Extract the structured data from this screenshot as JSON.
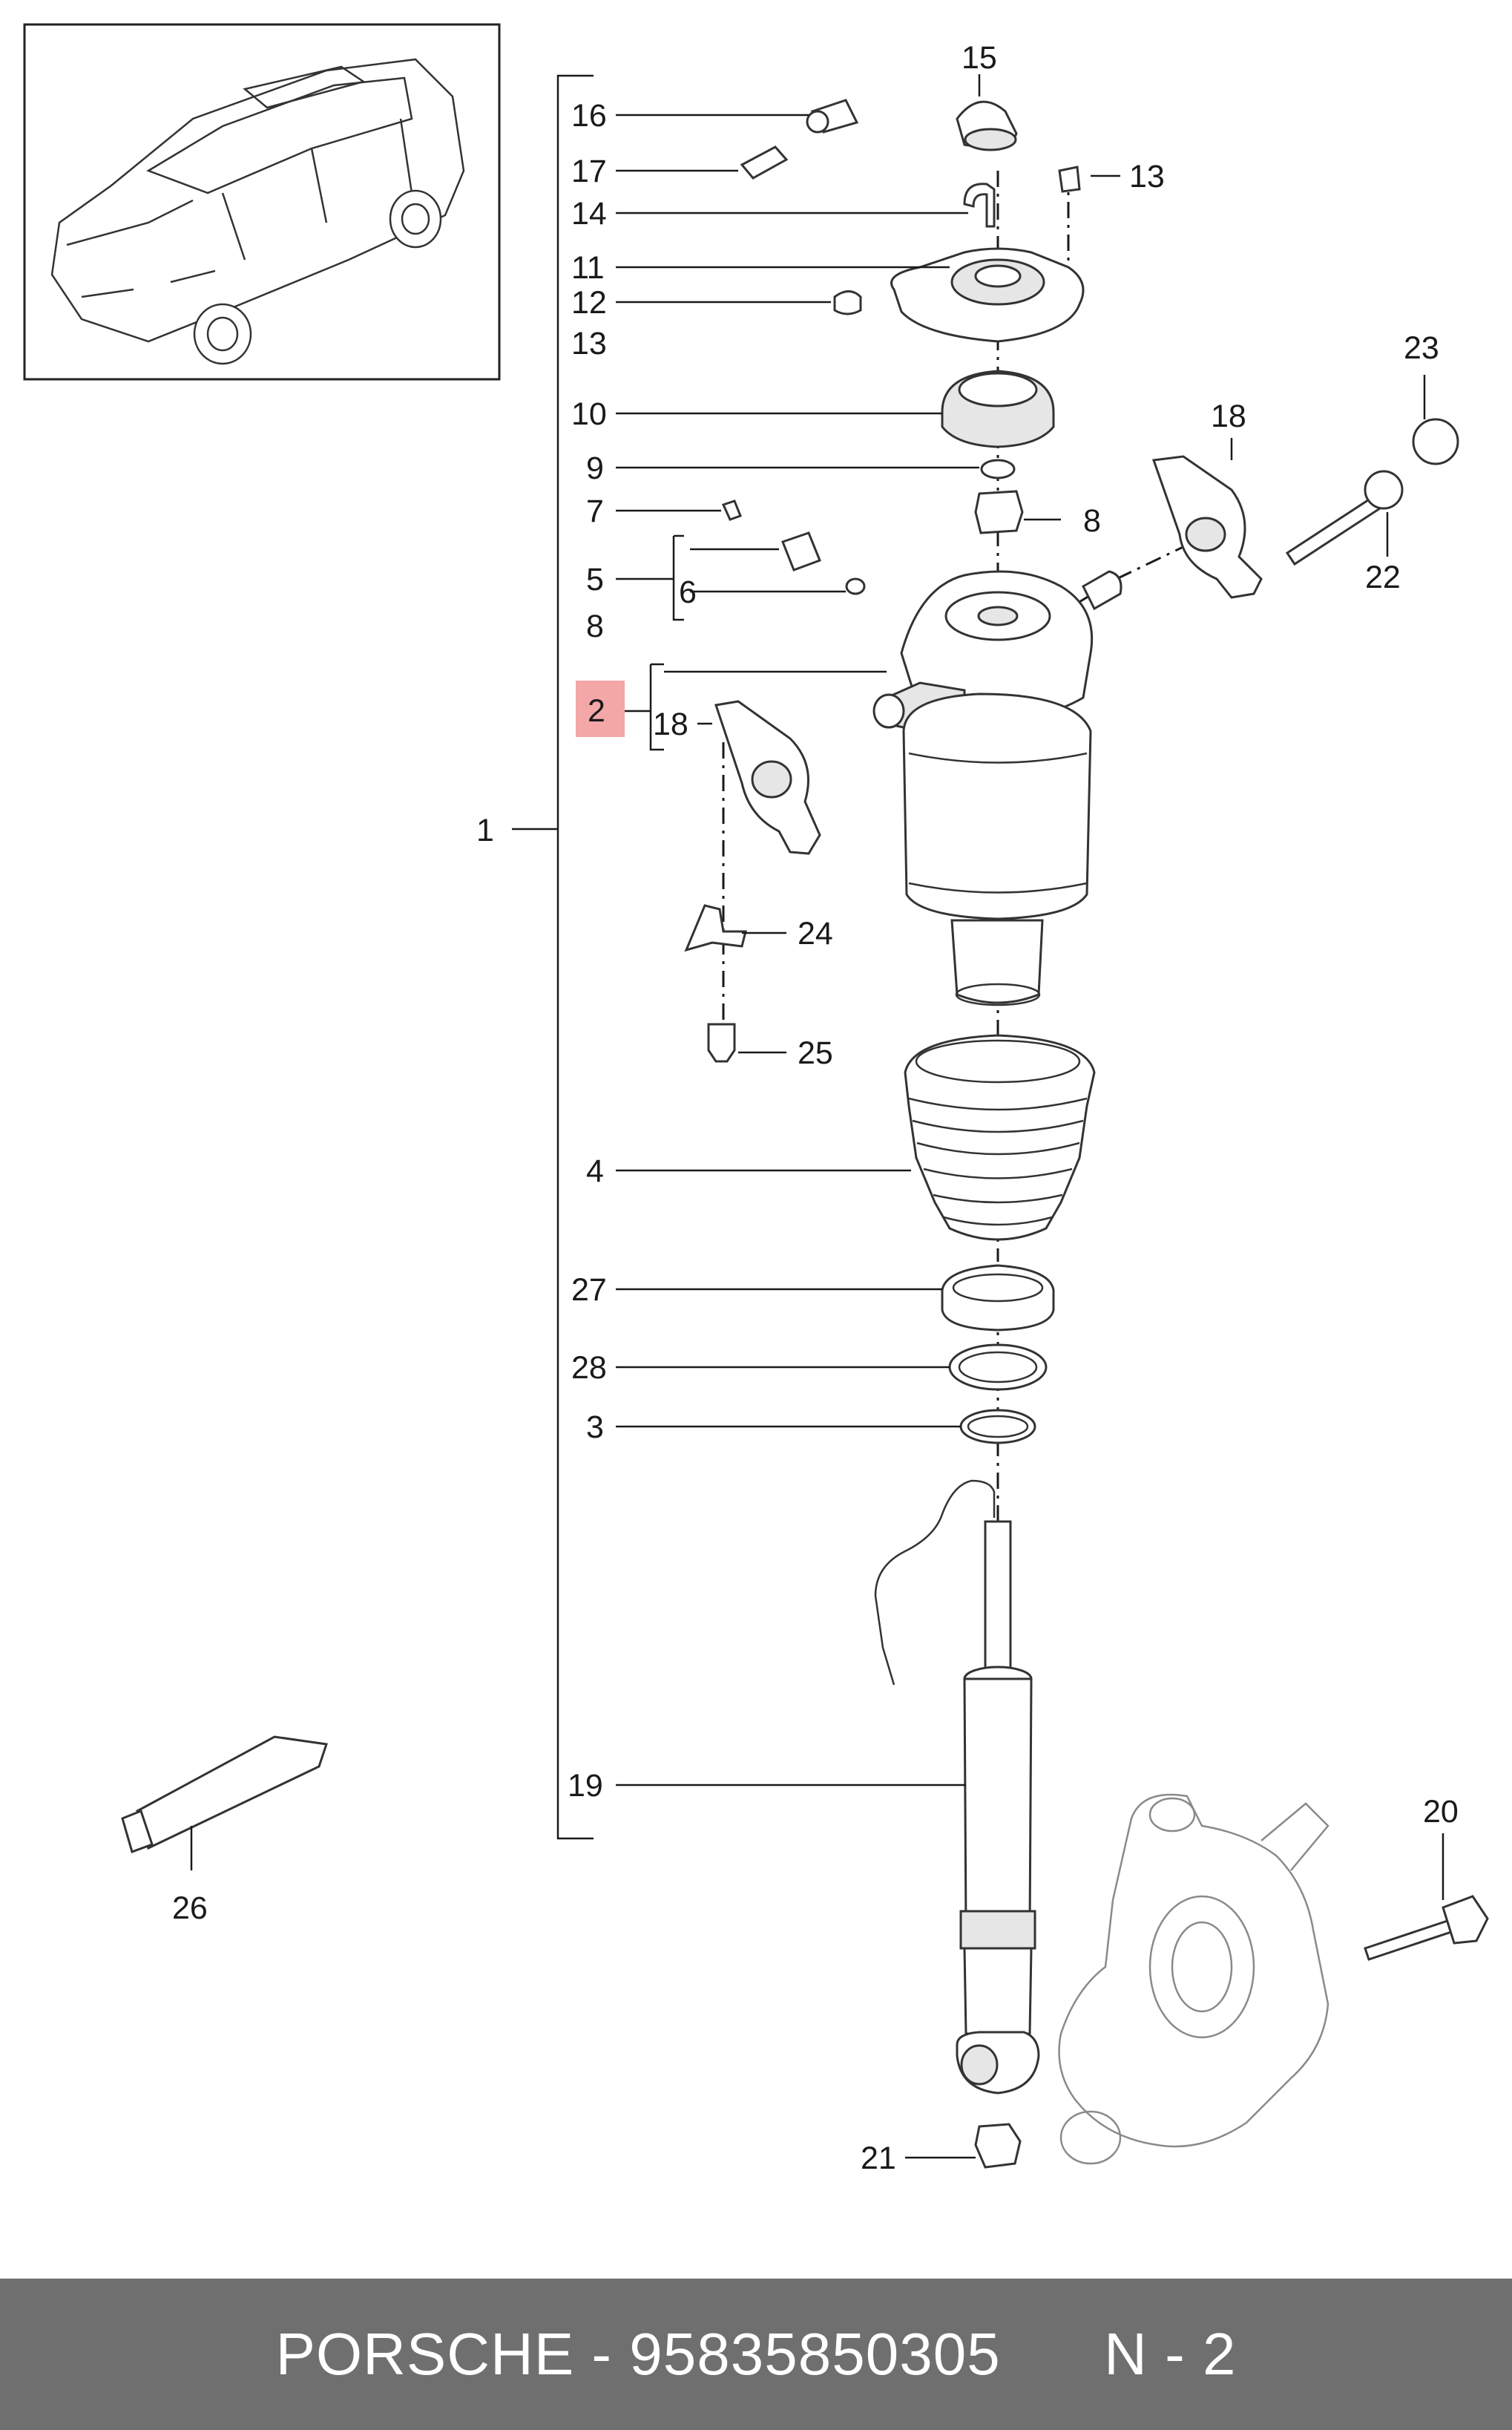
{
  "callouts": {
    "n1": "1",
    "n2": "2",
    "n3": "3",
    "n4": "4",
    "n5": "5",
    "n6": "6",
    "n7": "7",
    "n8a": "8",
    "n8b": "8",
    "n9": "9",
    "n10": "10",
    "n11": "11",
    "n12": "12",
    "n13a": "13",
    "n13b": "13",
    "n14": "14",
    "n15": "15",
    "n16": "16",
    "n17": "17",
    "n18a": "18",
    "n18b": "18",
    "n19": "19",
    "n20": "20",
    "n21": "21",
    "n22": "22",
    "n23": "23",
    "n24": "24",
    "n25": "25",
    "n26": "26",
    "n27": "27",
    "n28": "28"
  },
  "highlight_color": "#f4a7a7",
  "footer": {
    "brand": "PORSCHE",
    "separator": "-",
    "part_number": "95835850305",
    "page_ref": "N - 2"
  }
}
